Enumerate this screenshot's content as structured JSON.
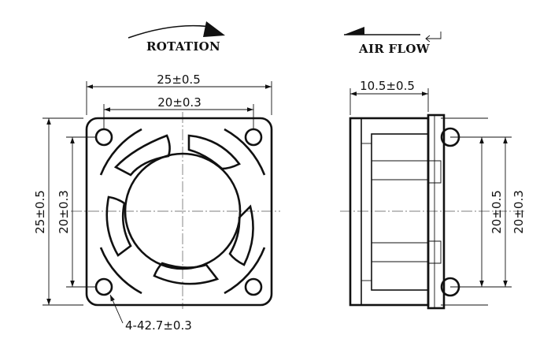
{
  "labels": {
    "rotation": "ROTATION",
    "air_flow": "AIR FLOW"
  },
  "dimensions": {
    "front_width_outer": "25±0.5",
    "front_width_holes": "20±0.3",
    "front_height_outer": "25±0.5",
    "front_height_holes": "20±0.3",
    "holes_note": "4-42.7±0.3",
    "side_depth": "10.5±0.5",
    "side_height_a": "20±0.5",
    "side_height_b": "20±0.3"
  },
  "icons": [
    "rotation-arrow-icon",
    "airflow-arrow-icon",
    "return-arrow-icon"
  ]
}
